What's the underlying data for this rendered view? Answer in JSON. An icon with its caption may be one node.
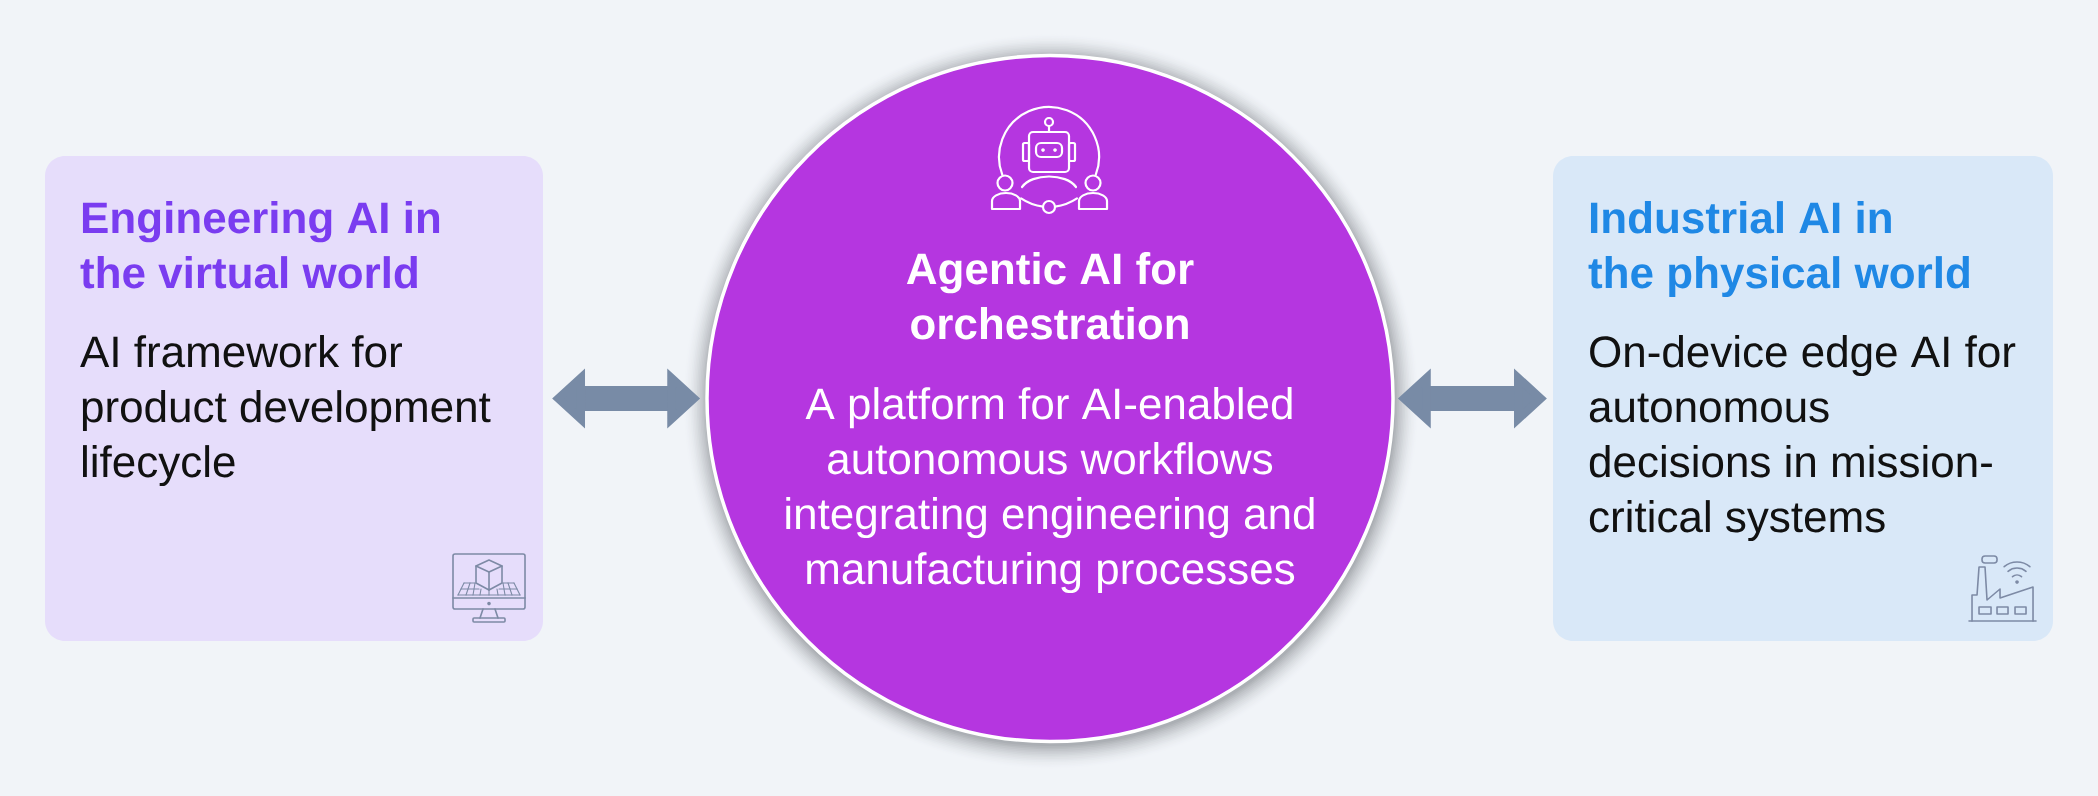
{
  "diagram": {
    "nodes": [
      {
        "text": [
          "Engineering AI in the virtual world",
          "AI framework for product development lifecycle"
        ]
      },
      {
        "text": [
          "Agentic AI for orchestration",
          "A platform for AI-enabled autonomous workflows integrating engineering and manufacturing processes"
        ]
      },
      {
        "text": [
          "Industrial AI in the physical world",
          "On-device edge AI for autonomous decisions in mission-critical systems"
        ]
      }
    ],
    "edges": [
      {
        "from": 0,
        "to": 1,
        "arrow": "both"
      },
      {
        "from": 1,
        "to": 2,
        "arrow": "both"
      }
    ]
  }
}
